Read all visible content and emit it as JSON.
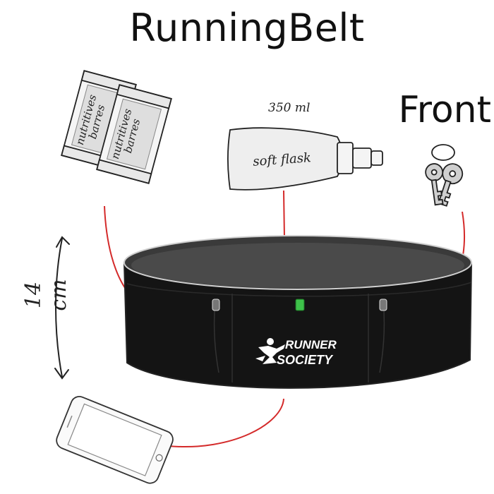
{
  "title": "RunningBelt",
  "side_label": "Front",
  "dimension_label": "14 cm",
  "flask": {
    "volume": "350 ml",
    "label": "soft flask"
  },
  "bars": {
    "label_line1": "barres",
    "label_line2": "nutritives"
  },
  "brand": {
    "line1": "RUNNER",
    "line2": "SOCIETY"
  },
  "colors": {
    "belt": "#141414",
    "callout_line": "#d42a2a",
    "indicator": "#3ec24a"
  }
}
